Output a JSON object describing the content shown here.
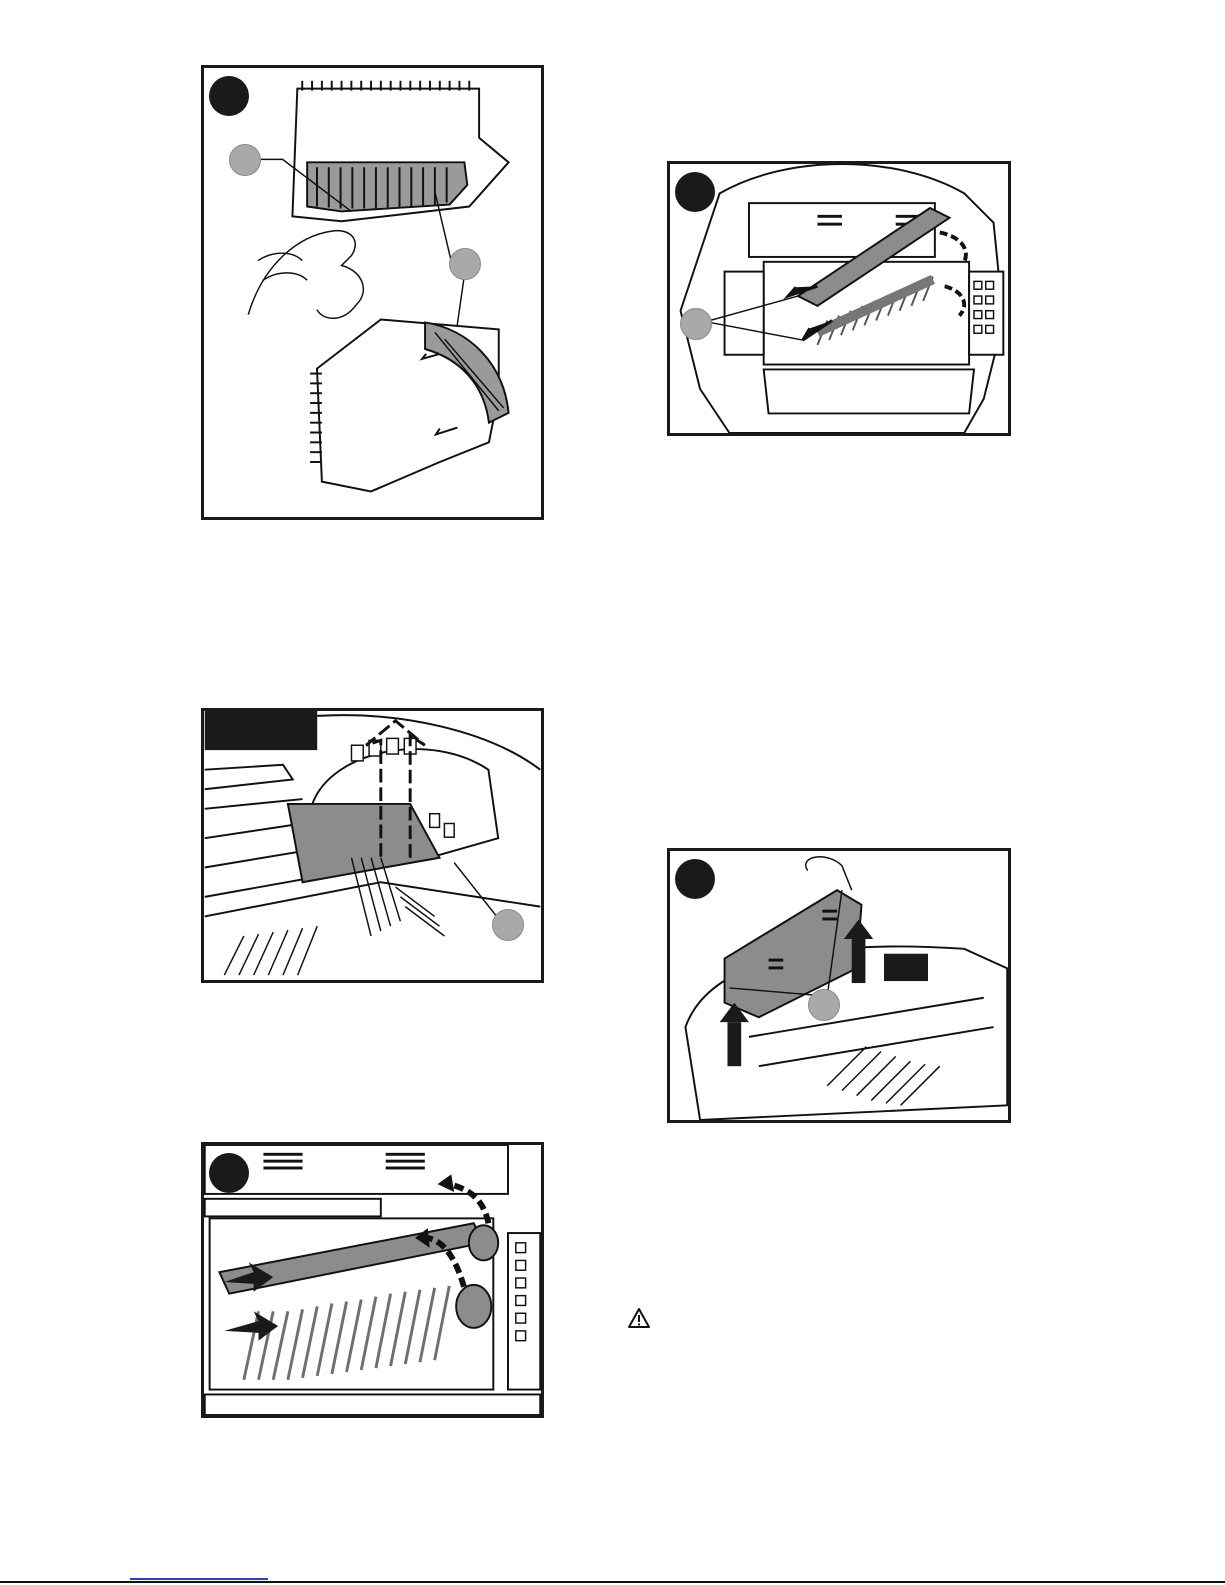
{
  "page": {
    "description_tokens": [],
    "colors": {
      "ink": "#1a1a1a",
      "callout_gray": "#a9a9a9",
      "part_gray": "#8c8c8c",
      "link_underline": "#2b3fd6"
    }
  },
  "figures": [
    {
      "id": "filter-removal",
      "badge_icon": "step-number-badge"
    },
    {
      "id": "brush-cover-removal",
      "badge_icon": "step-number-badge"
    },
    {
      "id": "brush-guard-lift",
      "badge_icon": "step-number-badge"
    },
    {
      "id": "brush-extraction",
      "badge_icon": "step-number-badge"
    },
    {
      "id": "battery-removal",
      "badge_icon": "step-number-badge"
    }
  ],
  "warning": {
    "icon": "warning-triangle-icon"
  }
}
